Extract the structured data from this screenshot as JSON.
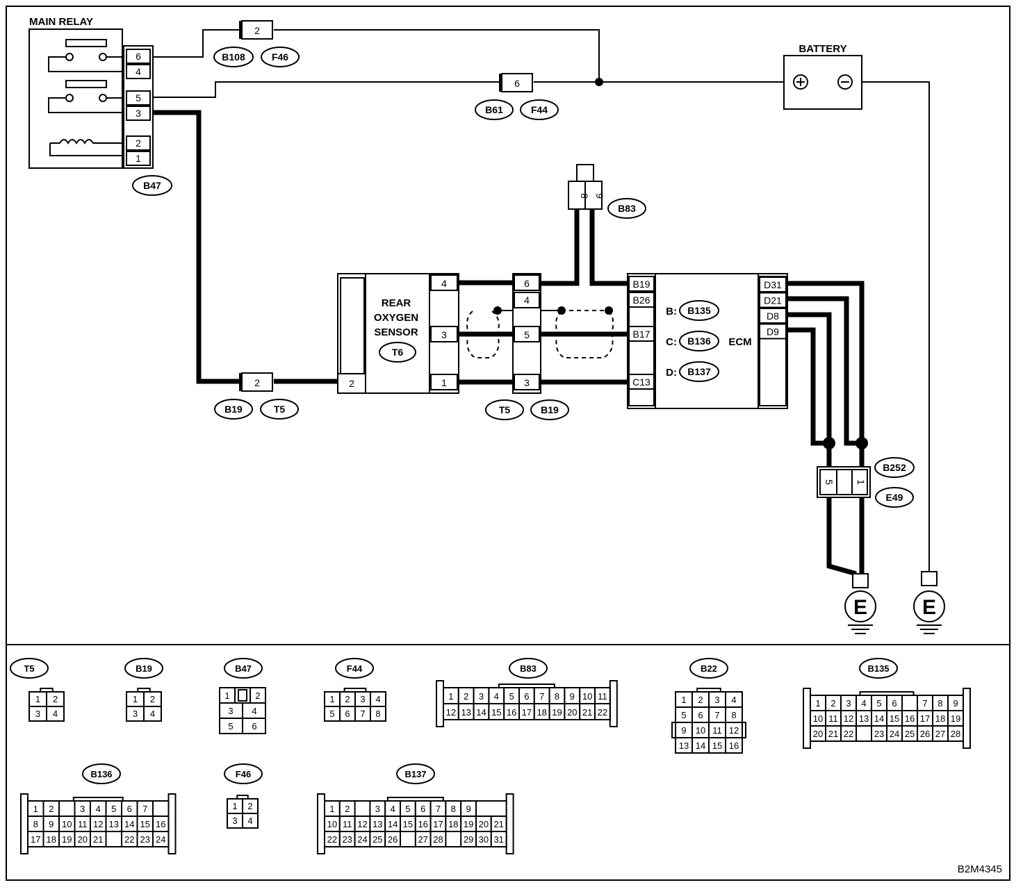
{
  "labels": {
    "main_relay": "MAIN RELAY",
    "battery": "BATTERY",
    "rear_o2": [
      "REAR",
      "OXYGEN",
      "SENSOR"
    ],
    "ecm": "ECM",
    "figure_code": "B2M4345",
    "ground": "E",
    "battery_plus": "⊕",
    "battery_minus": "⊖"
  },
  "connector_ids": [
    "B47",
    "B108",
    "F46",
    "B61",
    "F44",
    "B83",
    "B19",
    "T5",
    "T6",
    "B135",
    "B136",
    "B137",
    "B252",
    "E49",
    "B22"
  ],
  "main_relay_pins": [
    "6",
    "4",
    "5",
    "3",
    "2",
    "1"
  ],
  "inline_pins": {
    "b108_f46": "2",
    "b61_f44": "6",
    "b19_t5_left": "2",
    "sensor_pin2": "2",
    "sensor_right": [
      "4",
      "3",
      "1"
    ],
    "t5_b19_right": [
      "6",
      "4",
      "5",
      "3"
    ],
    "b83": [
      "8",
      "9"
    ],
    "b252_e49": [
      "5",
      "1"
    ]
  },
  "ecm_left_pins": [
    "B19",
    "B26",
    "B17",
    "C13"
  ],
  "ecm_right_pins": [
    "D31",
    "D21",
    "D8",
    "D9"
  ],
  "ecm_connectors": [
    {
      "prefix": "B:",
      "id": "B135"
    },
    {
      "prefix": "C:",
      "id": "B136"
    },
    {
      "prefix": "D:",
      "id": "B137"
    }
  ],
  "connector_legend": {
    "T5": [
      [
        "1",
        "2"
      ],
      [
        "3",
        "4"
      ]
    ],
    "B19": [
      [
        "1",
        "2"
      ],
      [
        "3",
        "4"
      ]
    ],
    "B47": [
      [
        "1",
        "",
        "2"
      ],
      [
        "3",
        "4"
      ],
      [
        "5",
        "6"
      ]
    ],
    "F44": [
      [
        "1",
        "2",
        "3",
        "4"
      ],
      [
        "5",
        "6",
        "7",
        "8"
      ]
    ],
    "B83": [
      [
        "1",
        "2",
        "3",
        "4",
        "5",
        "6",
        "7",
        "8",
        "9",
        "10",
        "11"
      ],
      [
        "12",
        "13",
        "14",
        "15",
        "16",
        "17",
        "18",
        "19",
        "20",
        "21",
        "22"
      ]
    ],
    "B22": [
      [
        "1",
        "2",
        "3",
        "4"
      ],
      [
        "5",
        "6",
        "7",
        "8"
      ],
      [
        "9",
        "10",
        "11",
        "12"
      ],
      [
        "13",
        "14",
        "15",
        "16"
      ]
    ],
    "B135": [
      [
        "1",
        "2",
        "3",
        "4",
        "5",
        "6",
        "",
        "7",
        "8",
        "9"
      ],
      [
        "10",
        "11",
        "12",
        "13",
        "14",
        "15",
        "16",
        "17",
        "18",
        "19"
      ],
      [
        "20",
        "21",
        "22",
        "",
        "23",
        "24",
        "25",
        "26",
        "27",
        "28"
      ]
    ],
    "B136": [
      [
        "1",
        "2",
        "",
        "3",
        "4",
        "5",
        "6",
        "7"
      ],
      [
        "8",
        "9",
        "10",
        "11",
        "12",
        "13",
        "14",
        "15",
        "16"
      ],
      [
        "17",
        "18",
        "19",
        "20",
        "21",
        "",
        "22",
        "23",
        "24"
      ]
    ],
    "F46": [
      [
        "1",
        "2"
      ],
      [
        "3",
        "4"
      ]
    ],
    "B137": [
      [
        "1",
        "2",
        "",
        "3",
        "4",
        "5",
        "6",
        "7",
        "8",
        "9"
      ],
      [
        "10",
        "11",
        "12",
        "13",
        "14",
        "15",
        "16",
        "17",
        "18",
        "19",
        "20",
        "21"
      ],
      [
        "22",
        "23",
        "24",
        "25",
        "26",
        "",
        "27",
        "28",
        "",
        "29",
        "30",
        "31"
      ]
    ]
  }
}
